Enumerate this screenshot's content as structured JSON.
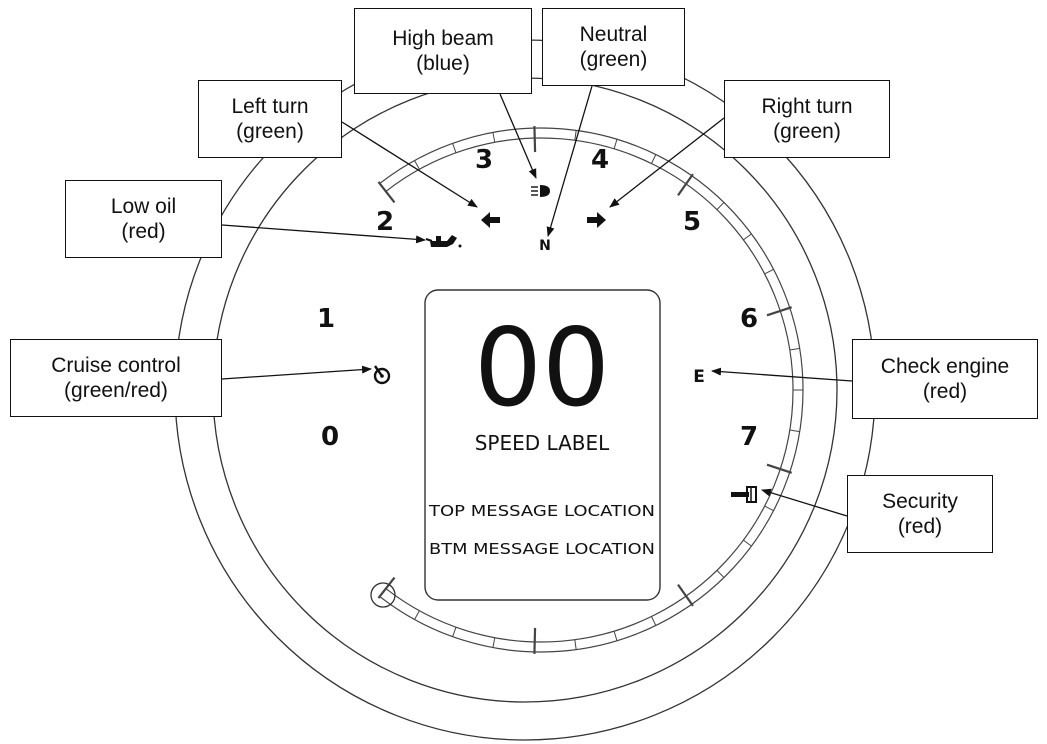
{
  "callouts": {
    "high_beam": {
      "line1": "High beam",
      "line2": "(blue)"
    },
    "neutral": {
      "line1": "Neutral",
      "line2": "(green)"
    },
    "left_turn": {
      "line1": "Left turn",
      "line2": "(green)"
    },
    "right_turn": {
      "line1": "Right turn",
      "line2": "(green)"
    },
    "low_oil": {
      "line1": "Low oil",
      "line2": "(red)"
    },
    "cruise_control": {
      "line1": "Cruise control",
      "line2": "(green/red)"
    },
    "check_engine": {
      "line1": "Check engine",
      "line2": "(red)"
    },
    "security": {
      "line1": "Security",
      "line2": "(red)"
    }
  },
  "dial": {
    "numbers": [
      "0",
      "1",
      "2",
      "3",
      "4",
      "5",
      "6",
      "7"
    ]
  },
  "indicators": {
    "neutral_letter": "N",
    "check_engine_letter": "E"
  },
  "lcd": {
    "speed_value": "00",
    "speed_label": "SPEED LABEL",
    "top_message": "TOP MESSAGE LOCATION",
    "bottom_message": "BTM MESSAGE LOCATION"
  },
  "icons": [
    "left-turn-arrow-icon",
    "right-turn-arrow-icon",
    "high-beam-icon",
    "oil-can-icon",
    "cruise-control-icon",
    "security-key-icon"
  ]
}
